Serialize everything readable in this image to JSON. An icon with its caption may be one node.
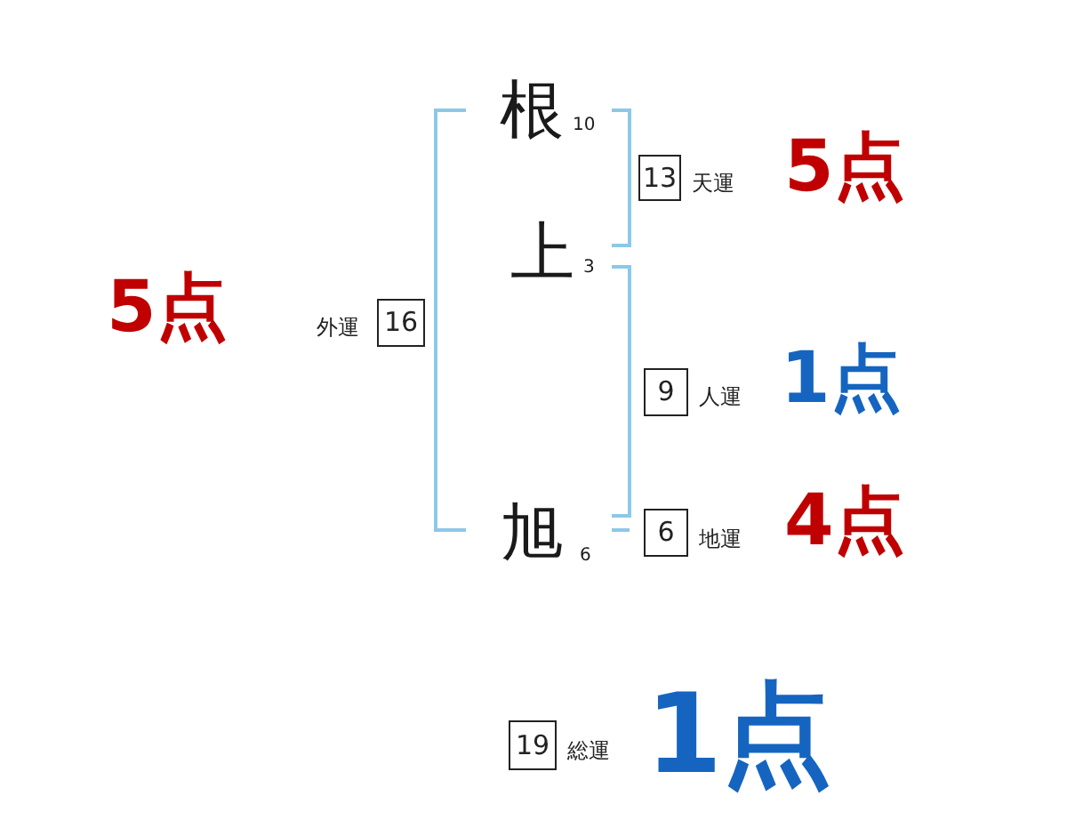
{
  "diagram": {
    "nodes": [
      {
        "text": [
          "13"
        ],
        "beside": [
          "天運",
          "5点"
        ]
      },
      {
        "text": [
          "16"
        ],
        "beside": [
          "外運",
          "5点"
        ]
      },
      {
        "text": [
          "9"
        ],
        "beside": [
          "人運",
          "1点"
        ]
      },
      {
        "text": [
          "6"
        ],
        "beside": [
          "地運",
          "4点"
        ]
      },
      {
        "text": [
          "19"
        ],
        "beside": [
          "総運",
          "1点"
        ]
      }
    ],
    "labels": [
      "根",
      "10",
      "上",
      "3",
      "旭",
      "6"
    ]
  }
}
